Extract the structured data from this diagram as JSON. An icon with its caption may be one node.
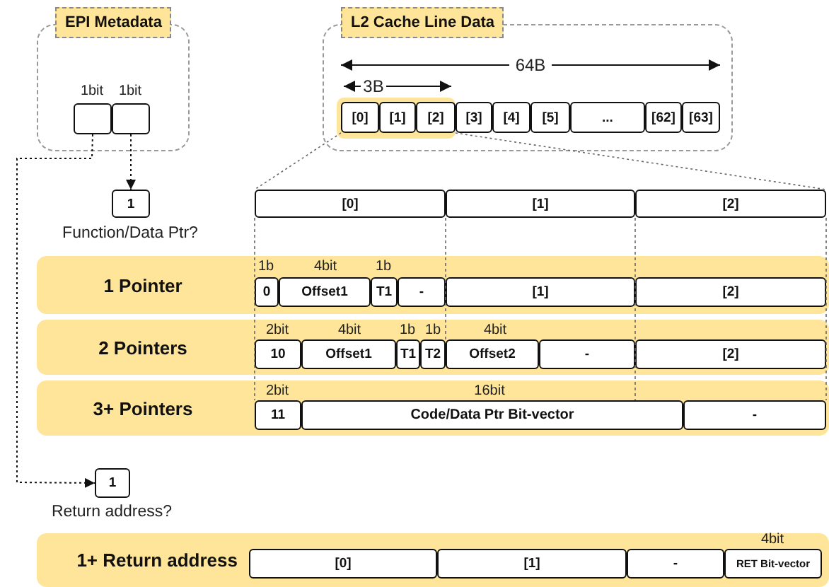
{
  "diagram": {
    "nodes": [
      {
        "text": [
          "EPI Metadata"
        ]
      },
      {
        "text": [],
        "shape": "box",
        "in": 0,
        "beside": [
          "1bit"
        ]
      },
      {
        "text": [],
        "shape": "box",
        "in": 0,
        "beside": [
          "1bit"
        ]
      },
      {
        "text": [
          "L2 Cache Line Data"
        ]
      },
      {
        "text": [
          "[0]"
        ],
        "in": 3
      },
      {
        "text": [
          "[1]"
        ],
        "in": 3
      },
      {
        "text": [
          "[2]"
        ],
        "in": 3
      },
      {
        "text": [
          "[3]"
        ],
        "in": 3
      },
      {
        "text": [
          "[4]"
        ],
        "in": 3
      },
      {
        "text": [
          "[5]"
        ],
        "in": 3
      },
      {
        "text": [
          "..."
        ],
        "in": 3
      },
      {
        "text": [
          "[62]"
        ],
        "in": 3
      },
      {
        "text": [
          "[63]"
        ],
        "in": 3
      },
      {
        "text": [
          "1"
        ],
        "beside": [
          "Function/Data Ptr?"
        ]
      },
      {
        "text": [
          "[0]"
        ]
      },
      {
        "text": [
          "[1]"
        ]
      },
      {
        "text": [
          "[2]"
        ]
      },
      {
        "text": [
          "1 Pointer"
        ]
      },
      {
        "text": [
          "0"
        ],
        "in": 17,
        "beside": [
          "1b"
        ]
      },
      {
        "text": [
          "Offset1"
        ],
        "in": 17,
        "beside": [
          "4bit"
        ]
      },
      {
        "text": [
          "T1"
        ],
        "in": 17,
        "beside": [
          "1b"
        ]
      },
      {
        "text": [
          "-"
        ],
        "in": 17
      },
      {
        "text": [
          "[1]"
        ],
        "in": 17
      },
      {
        "text": [
          "[2]"
        ],
        "in": 17
      },
      {
        "text": [
          "2 Pointers"
        ]
      },
      {
        "text": [
          "10"
        ],
        "in": 24,
        "beside": [
          "2bit"
        ]
      },
      {
        "text": [
          "Offset1"
        ],
        "in": 24,
        "beside": [
          "4bit"
        ]
      },
      {
        "text": [
          "T1"
        ],
        "in": 24,
        "beside": [
          "1b"
        ]
      },
      {
        "text": [
          "T2"
        ],
        "in": 24,
        "beside": [
          "1b"
        ]
      },
      {
        "text": [
          "Offset2"
        ],
        "in": 24,
        "beside": [
          "4bit"
        ]
      },
      {
        "text": [
          "-"
        ],
        "in": 24
      },
      {
        "text": [
          "[2]"
        ],
        "in": 24
      },
      {
        "text": [
          "3+ Pointers"
        ]
      },
      {
        "text": [
          "11"
        ],
        "in": 32,
        "beside": [
          "2bit"
        ]
      },
      {
        "text": [
          "Code/Data Ptr Bit-vector"
        ],
        "in": 32,
        "beside": [
          "16bit"
        ]
      },
      {
        "text": [
          "-"
        ],
        "in": 32
      },
      {
        "text": [
          "1"
        ],
        "beside": [
          "Return address?"
        ]
      },
      {
        "text": [
          "1+ Return address"
        ]
      },
      {
        "text": [
          "[0]"
        ],
        "in": 37
      },
      {
        "text": [
          "[1]"
        ],
        "in": 37
      },
      {
        "text": [
          "-"
        ],
        "in": 37
      },
      {
        "text": [
          "RET Bit-vector"
        ],
        "in": 37,
        "beside": [
          "4bit"
        ]
      }
    ],
    "edges": [
      {
        "from": 2,
        "to": 13,
        "arrow": "to",
        "style": "dashed"
      },
      {
        "from": 1,
        "to": 36,
        "arrow": "to",
        "style": "dashed"
      },
      {
        "from": 4,
        "to": 14,
        "arrow": "none",
        "style": "dashed"
      },
      {
        "from": 6,
        "to": 16,
        "arrow": "none",
        "style": "dashed"
      }
    ],
    "labels": [
      "64B",
      "3B"
    ]
  }
}
